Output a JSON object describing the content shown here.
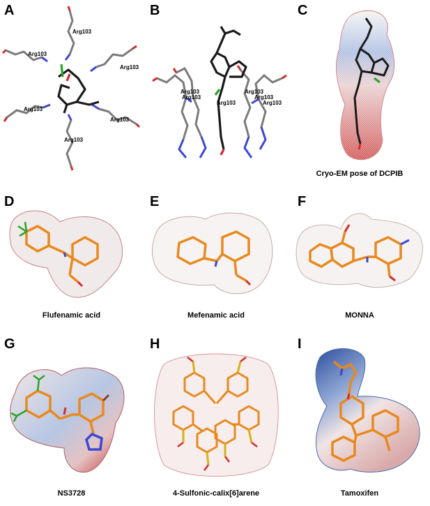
{
  "panels": {
    "A": {
      "label": "A"
    },
    "B": {
      "label": "B"
    },
    "C": {
      "label": "C",
      "caption": "Cryo-EM pose of DCPIB"
    },
    "D": {
      "label": "D",
      "caption": "Flufenamic acid"
    },
    "E": {
      "label": "E",
      "caption": "Mefenamic acid"
    },
    "F": {
      "label": "F",
      "caption": "MONNA"
    },
    "G": {
      "label": "G",
      "caption": "NS3728"
    },
    "H": {
      "label": "H",
      "caption": "4-Sulfonic-calix[6]arene"
    },
    "I": {
      "label": "I",
      "caption": "Tamoxifen"
    }
  },
  "residue_label": "Arg103",
  "colors": {
    "ligand_orange": "#e8891e",
    "cryo_ligand": "#1a1a1a",
    "arg_carbon": "#7a7a7a",
    "nitrogen": "#3b47d6",
    "oxygen": "#d62a2a",
    "mesh_red": "#d94848",
    "mesh_blue": "#3a5fb5",
    "mesh_white": "#f3f3f3"
  }
}
